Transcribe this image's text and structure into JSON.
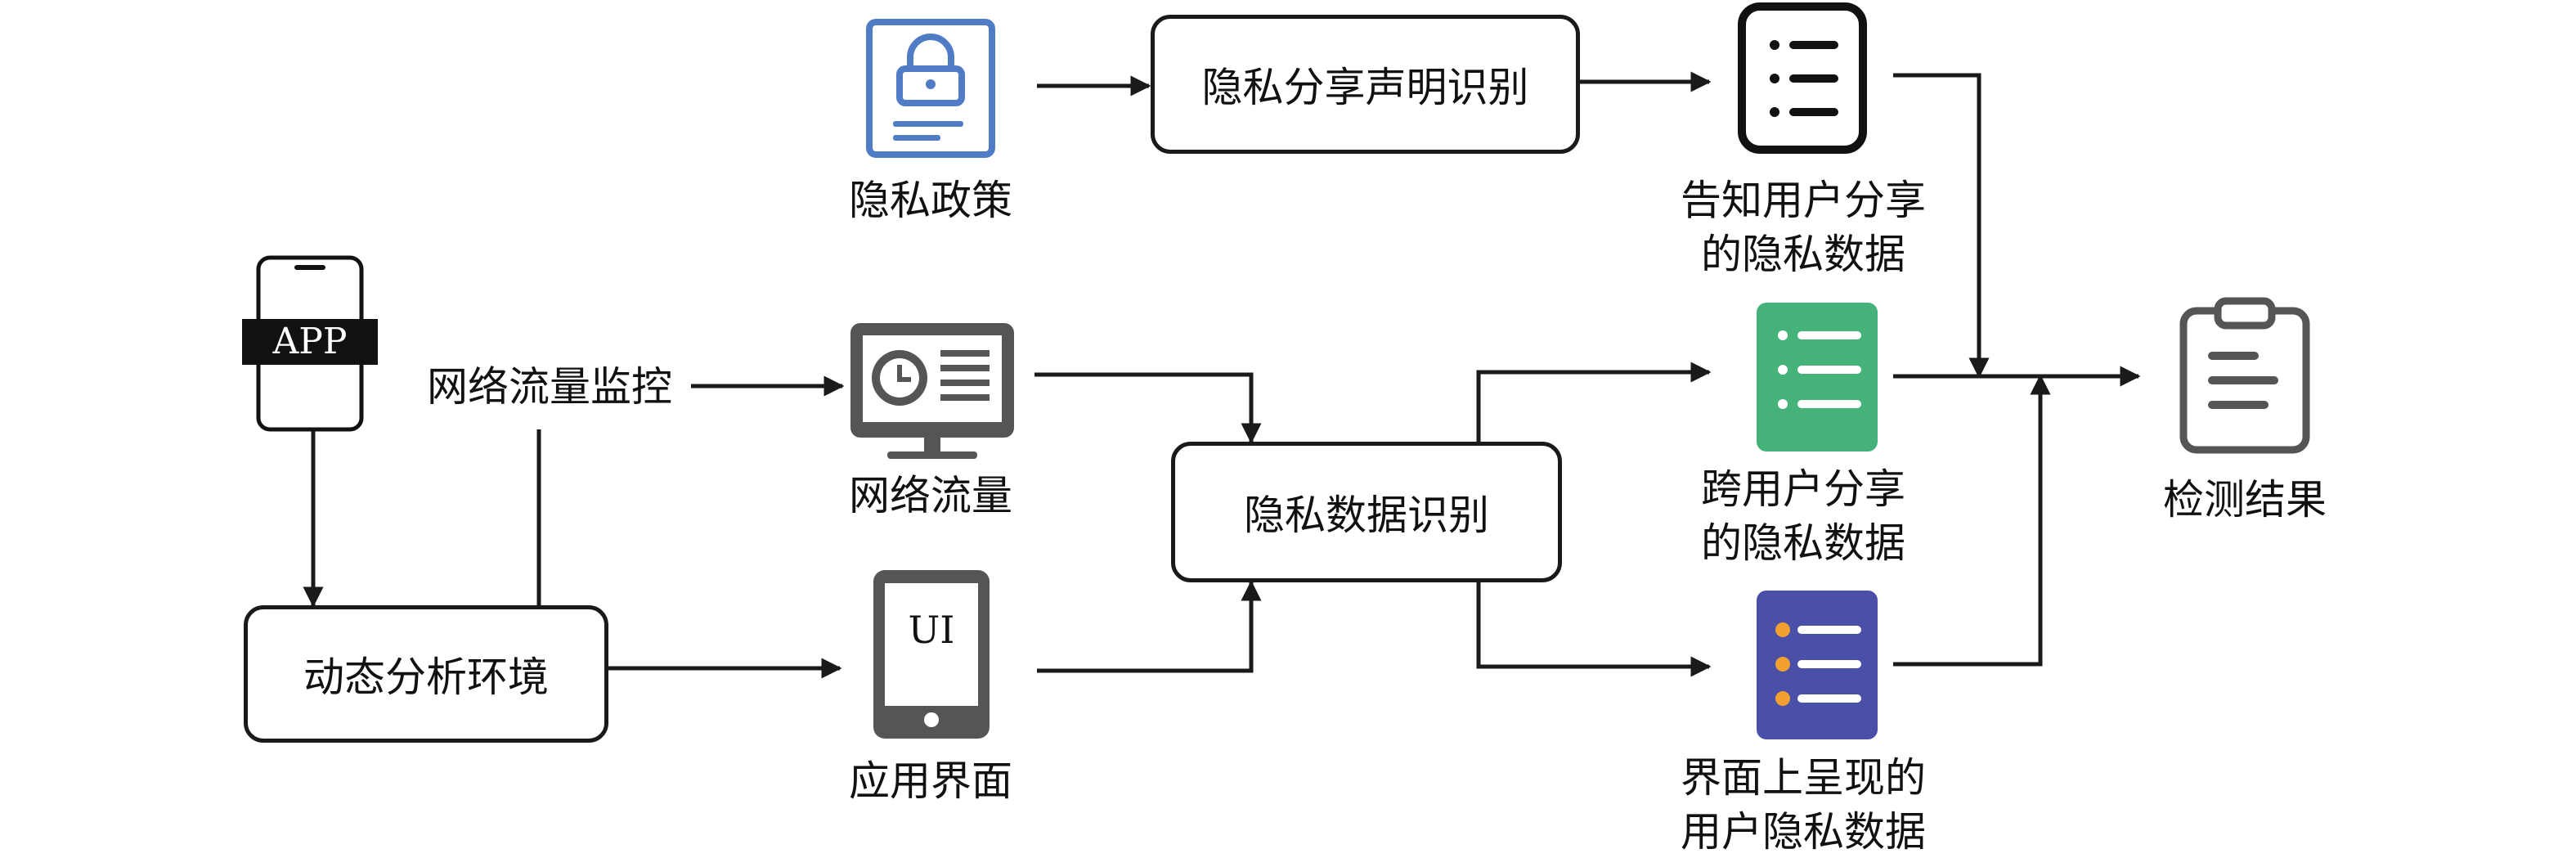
{
  "nodes": {
    "privacy_policy": "隐私政策",
    "share_statement_recognition": "隐私分享声明识别",
    "informed_shared_data": [
      "告知用户分享",
      "的隐私数据"
    ],
    "app": "APP",
    "network_monitor": "网络流量监控",
    "network_traffic": "网络流量",
    "privacy_data_recognition": "隐私数据识别",
    "cross_user_shared_data": [
      "跨用户分享",
      "的隐私数据"
    ],
    "dynamic_analysis_env": "动态分析环境",
    "ui_screen_text": "UI",
    "app_interface": "应用界面",
    "ui_presented_data": [
      "界面上呈现的",
      "用户隐私数据"
    ],
    "detection_result": "检测结果"
  },
  "colors": {
    "policy_blue": "#4f7cc4",
    "list_green": "#45b27a",
    "list_purple": "#4a4fa8",
    "list_orange": "#f0a030",
    "monitor_gray": "#555555",
    "line_black": "#1a1a1a"
  },
  "icons": [
    "lock-document-icon",
    "checklist-icon",
    "phone-icon",
    "monitor-dashboard-icon",
    "green-list-icon",
    "tablet-icon",
    "purple-list-icon",
    "clipboard-icon"
  ]
}
